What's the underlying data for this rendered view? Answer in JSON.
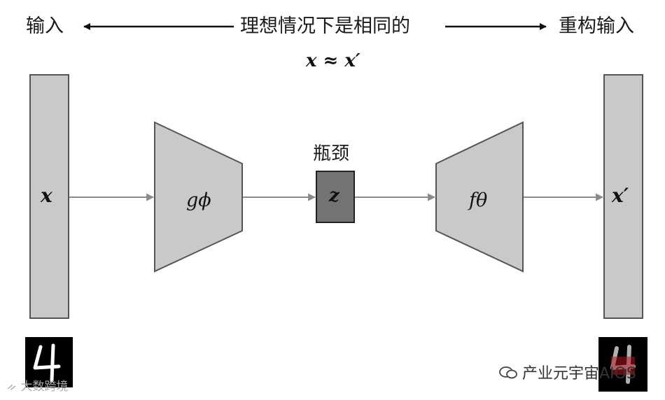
{
  "top_labels": {
    "input": "输入",
    "center": "理想情况下是相同的",
    "reconstructed": "重构输入"
  },
  "equation": "x ≈ x′",
  "bottleneck_label": "瓶颈",
  "symbols": {
    "input_vector": "x",
    "encoder": "gϕ",
    "latent": "z",
    "decoder": "fθ",
    "output_vector": "x′"
  },
  "watermarks": {
    "left": "大数跨境",
    "right": "产业元宇宙AIOS"
  }
}
